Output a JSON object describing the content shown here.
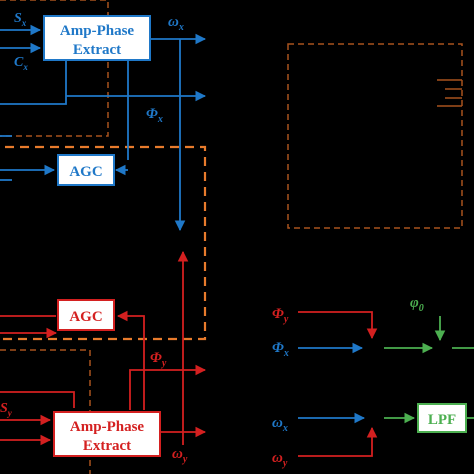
{
  "colors": {
    "blue": "#1f78c8",
    "red": "#d42020",
    "orange": "#e87b2c",
    "green": "#4caf50",
    "darkorange": "#a8521e",
    "background": "#000000"
  },
  "blocks": {
    "amp_phase_x": [
      "Amp-Phase",
      "Extract"
    ],
    "agc_x": "AGC",
    "agc_y": "AGC",
    "amp_phase_y": [
      "Amp-Phase",
      "Extract"
    ],
    "lpf": "LPF"
  },
  "signals": {
    "s_x": "S",
    "s_x_sub": "x",
    "c_x": "C",
    "c_x_sub": "x",
    "omega_x": "ω",
    "omega_x_sub": "x",
    "phi_x": "Φ",
    "phi_x_sub": "x",
    "phi_y": "Φ",
    "phi_y_sub": "y",
    "s_y": "S",
    "s_y_sub": "y",
    "omega_y": "ω",
    "omega_y_sub": "y",
    "phi_y_r": "Φ",
    "phi_y_r_sub": "y",
    "phi_x_r": "Φ",
    "phi_x_r_sub": "x",
    "varphi0": "φ",
    "varphi0_sub": "0",
    "omega_x_r": "ω",
    "omega_x_r_sub": "x",
    "omega_y_r": "ω",
    "omega_y_r_sub": "y"
  }
}
